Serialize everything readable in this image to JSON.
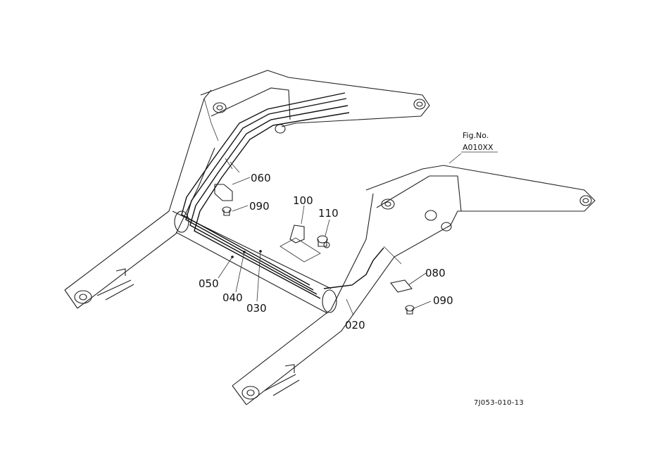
{
  "figure": {
    "fig_no_label": "Fig.No.",
    "fig_no_value": "A010XX",
    "drawing_code": "7J053-010-13"
  },
  "callouts": [
    {
      "id": "c060",
      "label": "060"
    },
    {
      "id": "c090a",
      "label": "090"
    },
    {
      "id": "c100",
      "label": "100"
    },
    {
      "id": "c110",
      "label": "110"
    },
    {
      "id": "c050",
      "label": "050"
    },
    {
      "id": "c040",
      "label": "040"
    },
    {
      "id": "c030",
      "label": "030"
    },
    {
      "id": "c020",
      "label": "020"
    },
    {
      "id": "c080",
      "label": "080"
    },
    {
      "id": "c090b",
      "label": "090"
    }
  ],
  "colors": {
    "ink": "#222222",
    "background": "#ffffff"
  }
}
